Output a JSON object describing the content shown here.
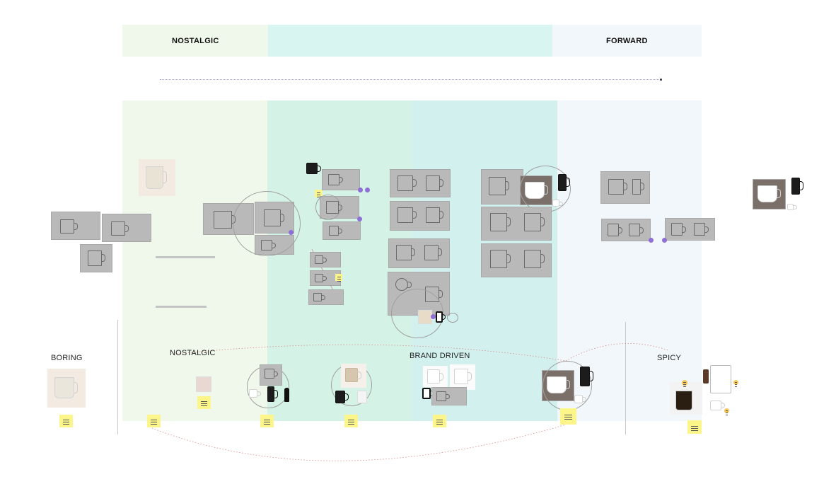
{
  "header": {
    "left_label": "NOSTALGIC",
    "right_label": "FORWARD"
  },
  "sections": {
    "boring": "BORING",
    "nostalgic": "NOSTALGIC",
    "brand_driven": "BRAND DRIVEN",
    "spicy": "SPICY"
  },
  "colors": {
    "band_green": "#eff8ea",
    "band_mint": "#d4f3e6",
    "band_teal": "#d2f1ee",
    "band_blue": "#f1f7fb",
    "sticky": "#fbf58a",
    "dot": "#8f6fd8"
  }
}
